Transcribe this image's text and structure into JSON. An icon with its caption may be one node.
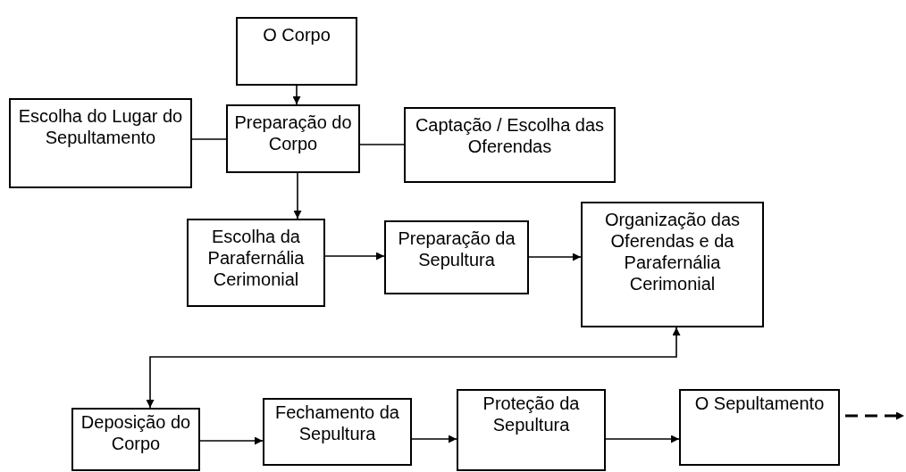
{
  "diagram": {
    "nodes": [
      {
        "text": [
          "O Corpo"
        ]
      },
      {
        "text": [
          "Escolha do Lugar do Sepultamento"
        ]
      },
      {
        "text": [
          "Preparação do Corpo"
        ]
      },
      {
        "text": [
          "Captação / Escolha das Oferendas"
        ]
      },
      {
        "text": [
          "Escolha da Parafernália Cerimonial"
        ]
      },
      {
        "text": [
          "Preparação da Sepultura"
        ]
      },
      {
        "text": [
          "Organização das Oferendas e da Parafernália Cerimonial"
        ]
      },
      {
        "text": [
          "Deposição do Corpo"
        ]
      },
      {
        "text": [
          "Fechamento da Sepultura"
        ]
      },
      {
        "text": [
          "Proteção da Sepultura"
        ]
      },
      {
        "text": [
          "O Sepultamento"
        ]
      }
    ],
    "edges": [
      {
        "from": 0,
        "to": 2,
        "arrow": "to"
      },
      {
        "from": 1,
        "to": 2,
        "arrow": "none"
      },
      {
        "from": 2,
        "to": 3,
        "arrow": "none"
      },
      {
        "from": 2,
        "to": 4,
        "arrow": "to"
      },
      {
        "from": 4,
        "to": 5,
        "arrow": "to"
      },
      {
        "from": 5,
        "to": 6,
        "arrow": "to"
      },
      {
        "from": 6,
        "to": 7,
        "arrow": "both"
      },
      {
        "from": 7,
        "to": 8,
        "arrow": "to"
      },
      {
        "from": 8,
        "to": 9,
        "arrow": "to"
      },
      {
        "from": 9,
        "to": 10,
        "arrow": "to"
      },
      {
        "from": 10,
        "to": null,
        "arrow": "to",
        "style": "dashed"
      }
    ]
  }
}
